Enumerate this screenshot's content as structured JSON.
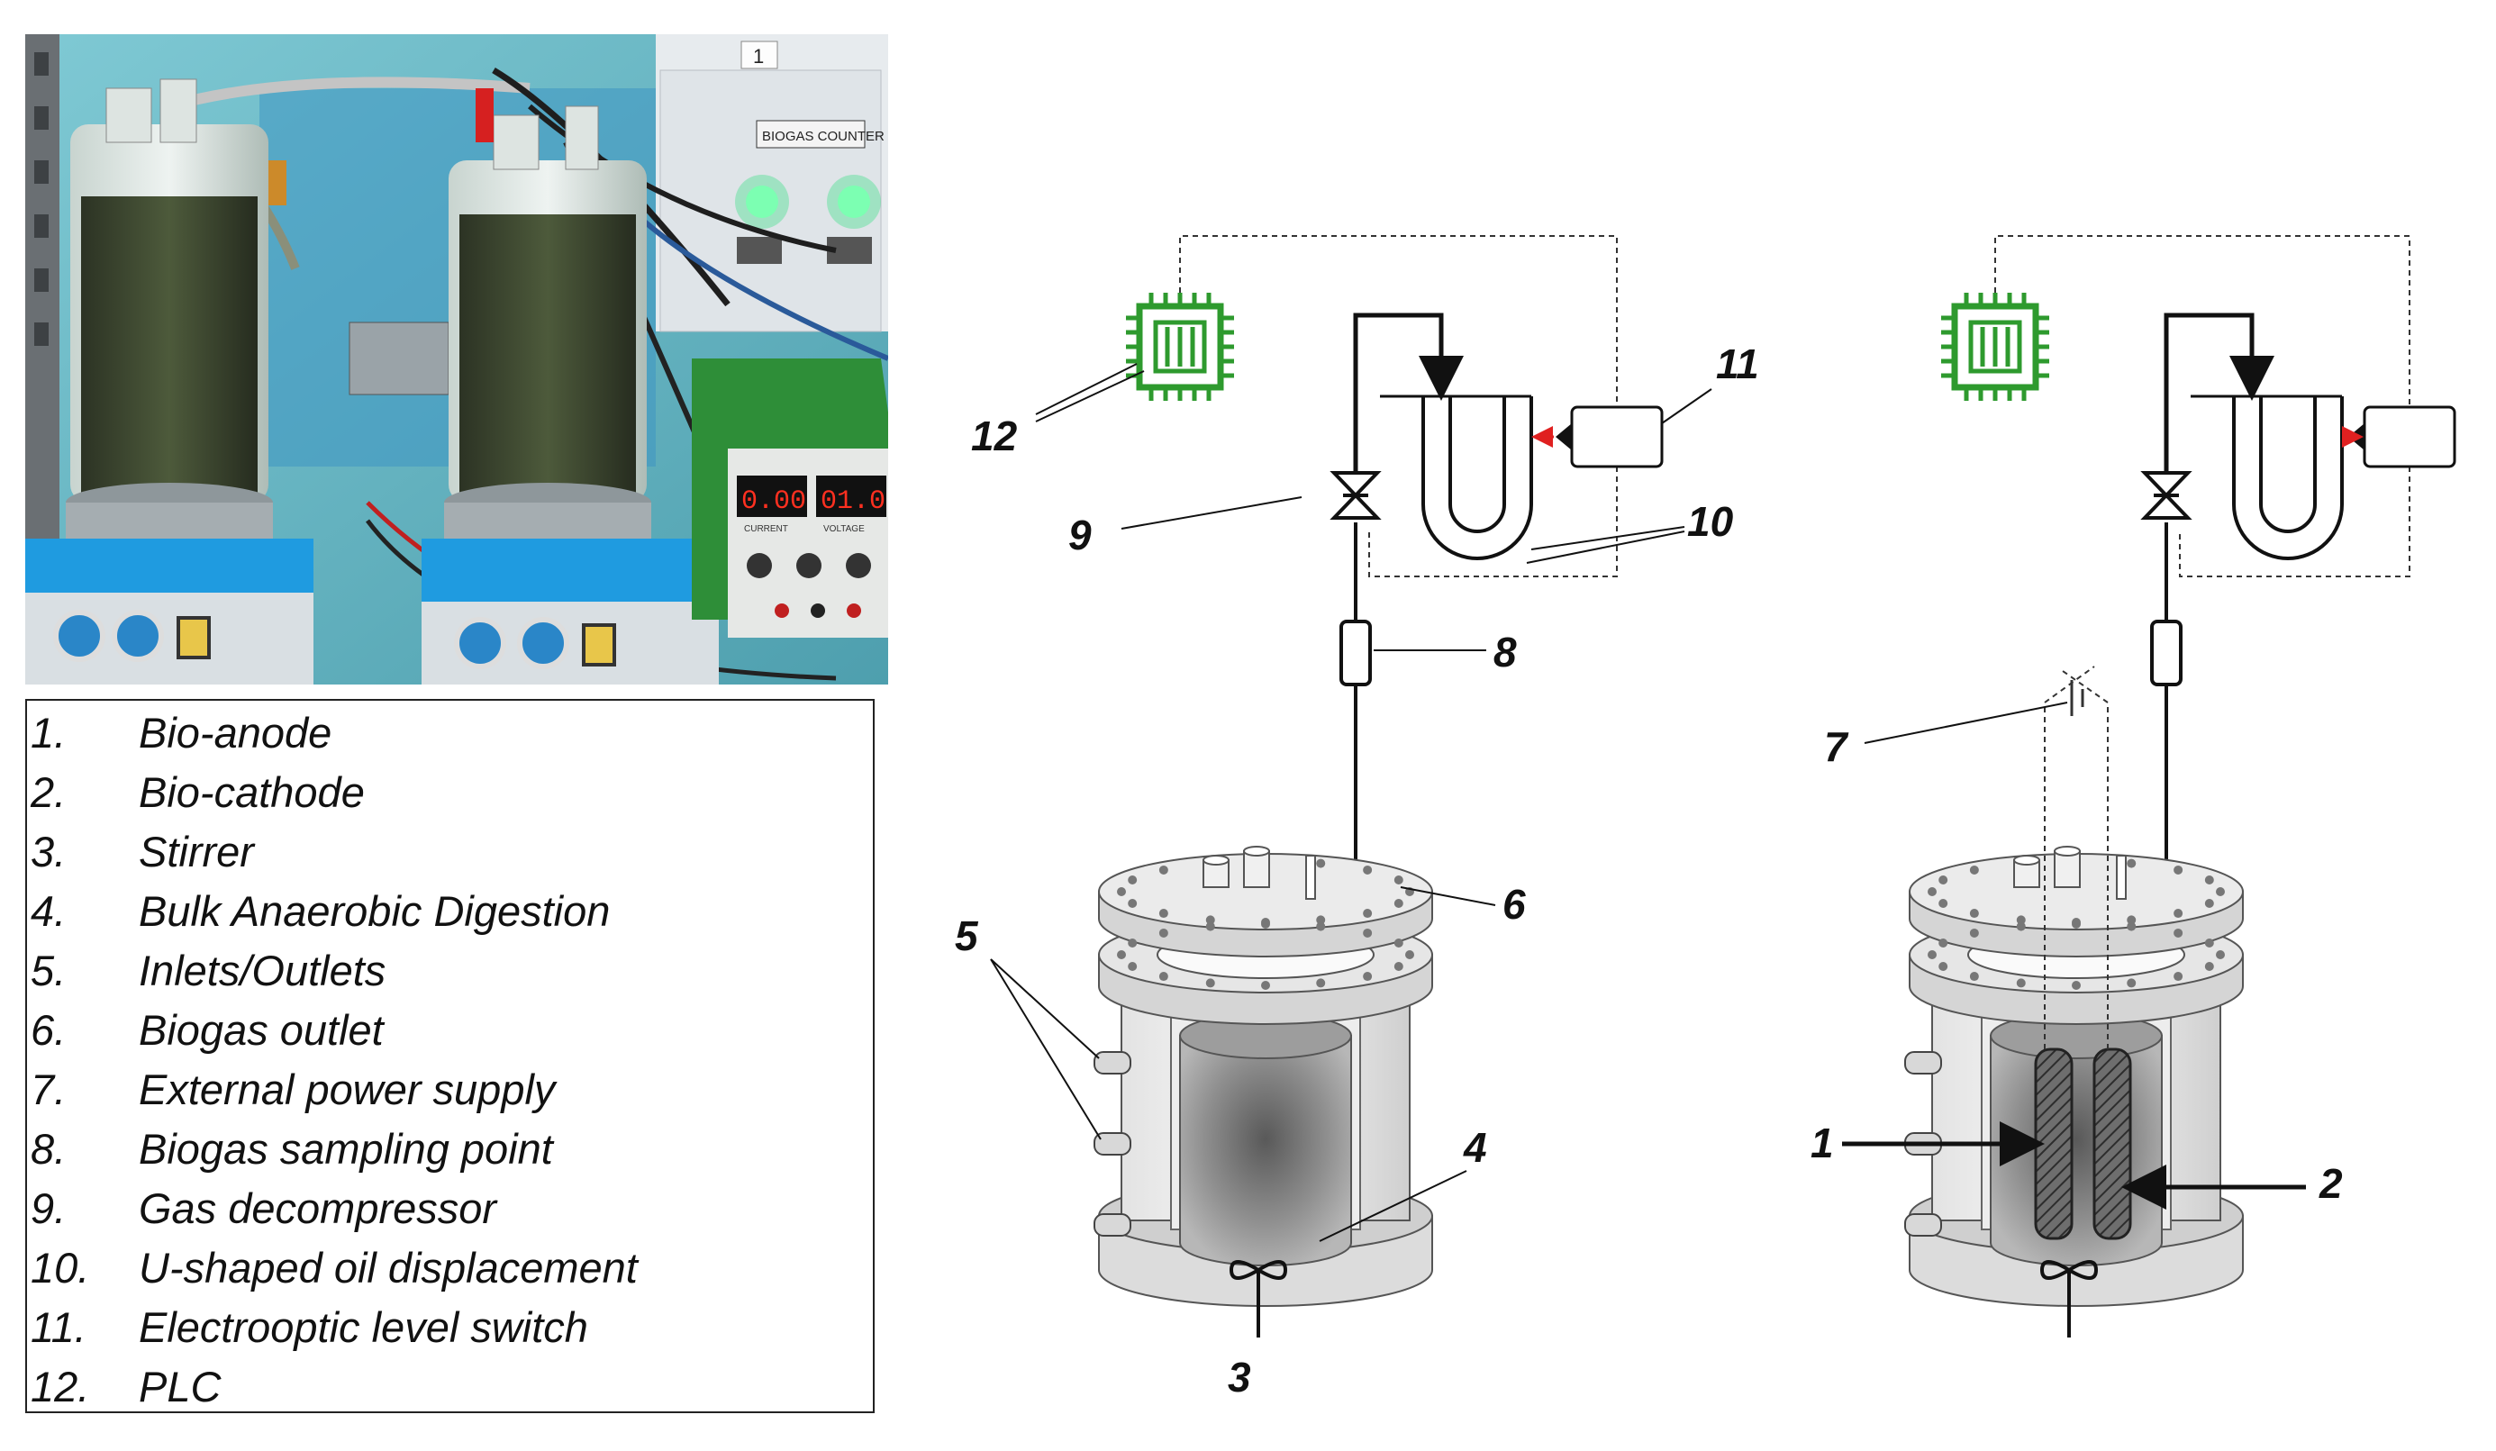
{
  "legend": {
    "items": [
      {
        "num": "1.",
        "label": "Bio-anode"
      },
      {
        "num": "2.",
        "label": "Bio-cathode"
      },
      {
        "num": "3.",
        "label": "Stirrer"
      },
      {
        "num": "4.",
        "label": "Bulk Anaerobic Digestion"
      },
      {
        "num": "5.",
        "label": "Inlets/Outlets"
      },
      {
        "num": "6.",
        "label": "Biogas outlet"
      },
      {
        "num": "7.",
        "label": "External power supply"
      },
      {
        "num": "8.",
        "label": "Biogas sampling point"
      },
      {
        "num": "9.",
        "label": "Gas decompressor"
      },
      {
        "num": "10.",
        "label": "U-shaped oil displacement"
      },
      {
        "num": "11.",
        "label": "Electrooptic level switch"
      },
      {
        "num": "12.",
        "label": "PLC"
      }
    ]
  },
  "photo": {
    "counter_label": "BIOGAS COUNTER",
    "counter_number": "1",
    "display_current": "0.00",
    "display_voltage": "01.0",
    "display_caption_left": "CURRENT",
    "display_caption_right": "VOLTAGE"
  },
  "callouts": {
    "c1": "1",
    "c2": "2",
    "c3": "3",
    "c4": "4",
    "c5": "5",
    "c6": "6",
    "c7": "7",
    "c8": "8",
    "c9": "9",
    "c10": "10",
    "c11": "11",
    "c12": "12"
  },
  "colors": {
    "plc_green": "#2e9a2e",
    "level_arrow": "#e02020",
    "led_green": "#29e07a",
    "display_red": "#ff3020",
    "stirrer_plate_blue": "#1f9be0"
  }
}
